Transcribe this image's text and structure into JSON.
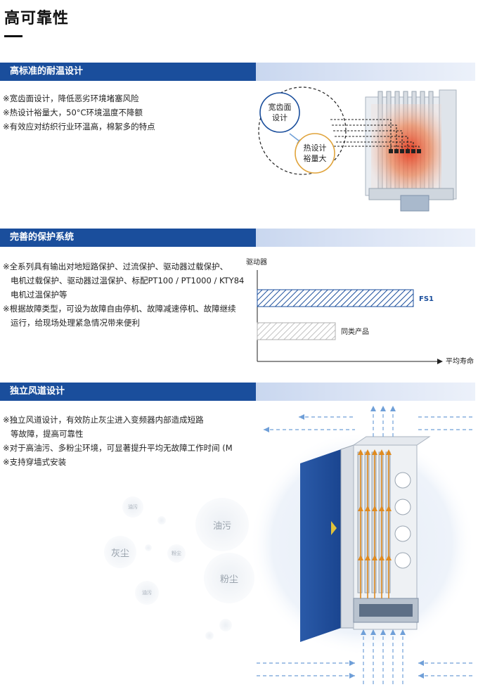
{
  "page": {
    "title": "高可靠性"
  },
  "sections": [
    {
      "title": "高标准的耐温设计",
      "bullets": [
        "※宽齿面设计，降低恶劣环境堵塞风险",
        "※热设计裕量大，50°C环境温度不降额",
        "※有效应对纺织行业环温高，棉絮多的特点"
      ],
      "figure": {
        "bubble_a": [
          "宽齿面",
          "设计"
        ],
        "bubble_b": [
          "热设计",
          "裕量大"
        ]
      }
    },
    {
      "title": "完善的保护系统",
      "bullets": [
        "※全系列具有输出对地短路保护、过流保护、驱动器过载保护、",
        "电机过载保护、驱动器过温保护、标配PT100 / PT1000 / KTY84",
        "电机过温保护等",
        "※根据故障类型，可设为故障自由停机、故障减速停机、故障继续",
        "运行，给现场处理紧急情况带来便利"
      ]
    },
    {
      "title": "独立风道设计",
      "bullets": [
        "※独立风道设计，有效防止灰尘进入变频器内部造成短路",
        "等故障，提高可靠性",
        "※对于高油污、多粉尘环境，可显著提升平均无故障工作时间 (M",
        "※支持穿墙式安装"
      ],
      "contaminants": {
        "oil_large": "油污",
        "dust_large": "粉尘",
        "ash": "灰尘",
        "oil_small_1": "油污",
        "oil_small_2": "油污",
        "dust_small": "粉尘"
      }
    }
  ],
  "chart_data": {
    "type": "bar",
    "orientation": "horizontal",
    "ylabel": "驱动器",
    "xlabel": "平均寿命",
    "series": [
      {
        "name": "FS1",
        "value": 1.0,
        "pattern": "dense-hatch",
        "color": "#1a4e9c"
      },
      {
        "name": "同类产品",
        "value": 0.5,
        "pattern": "light-hatch",
        "color": "#b0b0b0"
      }
    ]
  },
  "colors": {
    "section_dark": "#1a4e9c",
    "section_light": "#dfe7f6",
    "airflow_orange": "#e08a1e",
    "airflow_blue": "#6f9fd8"
  }
}
